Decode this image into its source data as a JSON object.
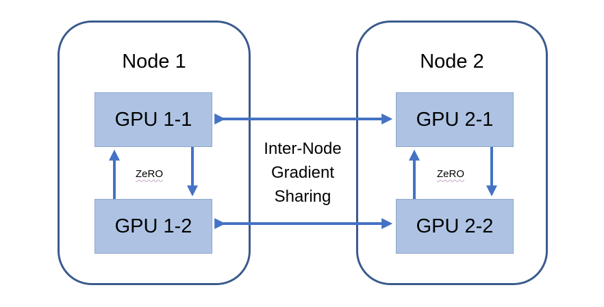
{
  "nodes": [
    {
      "title": "Node 1",
      "gpus": [
        "GPU 1-1",
        "GPU 1-2"
      ],
      "intra_label": "ZeRO"
    },
    {
      "title": "Node 2",
      "gpus": [
        "GPU 2-1",
        "GPU 2-2"
      ],
      "intra_label": "ZeRO"
    }
  ],
  "inter_node_label": [
    "Inter-Node",
    "Gradient",
    "Sharing"
  ],
  "colors": {
    "node_border": "#3a5a8c",
    "gpu_fill": "#aec3e3",
    "arrow": "#4472c4"
  }
}
